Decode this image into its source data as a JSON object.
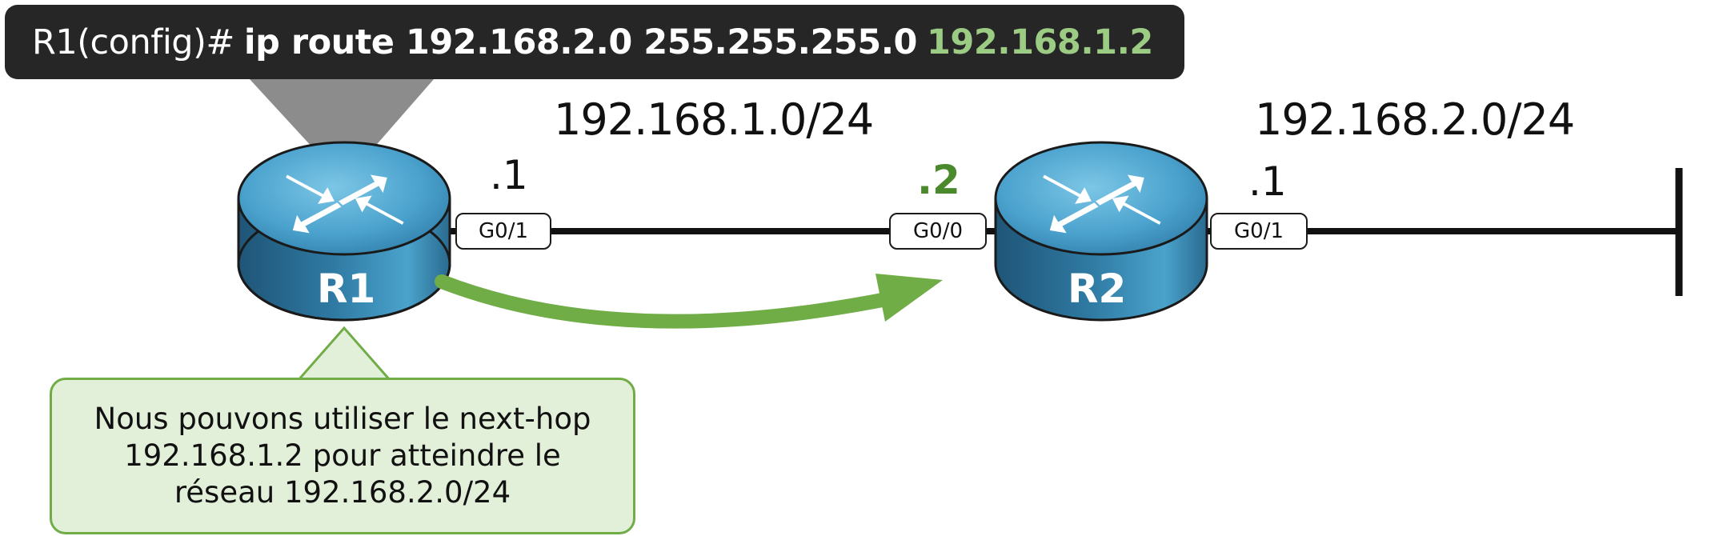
{
  "command": {
    "prompt": "R1(config)#",
    "command_text": "ip route 192.168.2.0 255.255.255.0",
    "next_hop": "192.168.1.2"
  },
  "networks": {
    "left_subnet": "192.168.1.0/24",
    "right_subnet": "192.168.2.0/24"
  },
  "routers": {
    "r1": {
      "name": "R1",
      "interface": "G0/1",
      "host_id": ".1"
    },
    "r2": {
      "name": "R2",
      "left_interface": "G0/0",
      "left_host_id": ".2",
      "right_interface": "G0/1",
      "right_host_id": ".1"
    }
  },
  "note": {
    "line1": "Nous pouvons utiliser le next-hop",
    "line2": "192.168.1.2 pour atteindre le",
    "line3": "réseau 192.168.2.0/24"
  },
  "colors": {
    "command_bg": "#262626",
    "next_hop_green": "#9ccb84",
    "arrow_green": "#70ad47",
    "note_bg": "#e2efd9",
    "router_blue": "#3d8db5",
    "host_green": "#4a8a2c"
  },
  "icons": {
    "router_symbol": "router-arrows-icon"
  }
}
